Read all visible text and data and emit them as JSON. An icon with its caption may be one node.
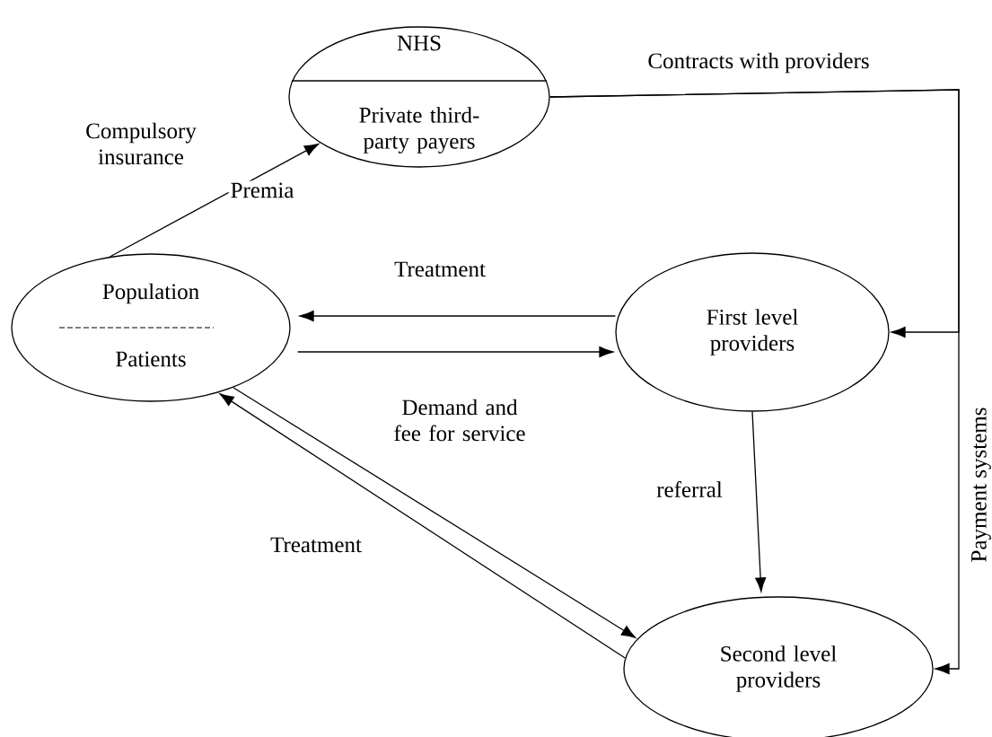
{
  "diagram": {
    "nodes": [
      {
        "text": [
          "NHS",
          "Private third-party payers"
        ]
      },
      {
        "text": [
          "Population",
          "Patients"
        ]
      },
      {
        "text": [
          "First level providers"
        ]
      },
      {
        "text": [
          "Second level providers"
        ]
      }
    ],
    "edges": [
      {
        "from": 1,
        "to": 0,
        "arrow": "to",
        "label": "Premia"
      },
      {
        "from": 0,
        "to": 2,
        "arrow": "to",
        "label": "Contracts with providers"
      },
      {
        "from": 0,
        "to": 3,
        "arrow": "to",
        "label": "Payment systems"
      },
      {
        "from": 2,
        "to": 1,
        "arrow": "to",
        "label": "Treatment"
      },
      {
        "from": 1,
        "to": 2,
        "arrow": "to",
        "label": "Demand and fee for service"
      },
      {
        "from": 2,
        "to": 3,
        "arrow": "to",
        "label": "referral"
      },
      {
        "from": 1,
        "to": 3,
        "arrow": "to"
      },
      {
        "from": 3,
        "to": 1,
        "arrow": "to",
        "label": "Treatment"
      }
    ],
    "labels": [
      "Compulsory insurance"
    ]
  }
}
